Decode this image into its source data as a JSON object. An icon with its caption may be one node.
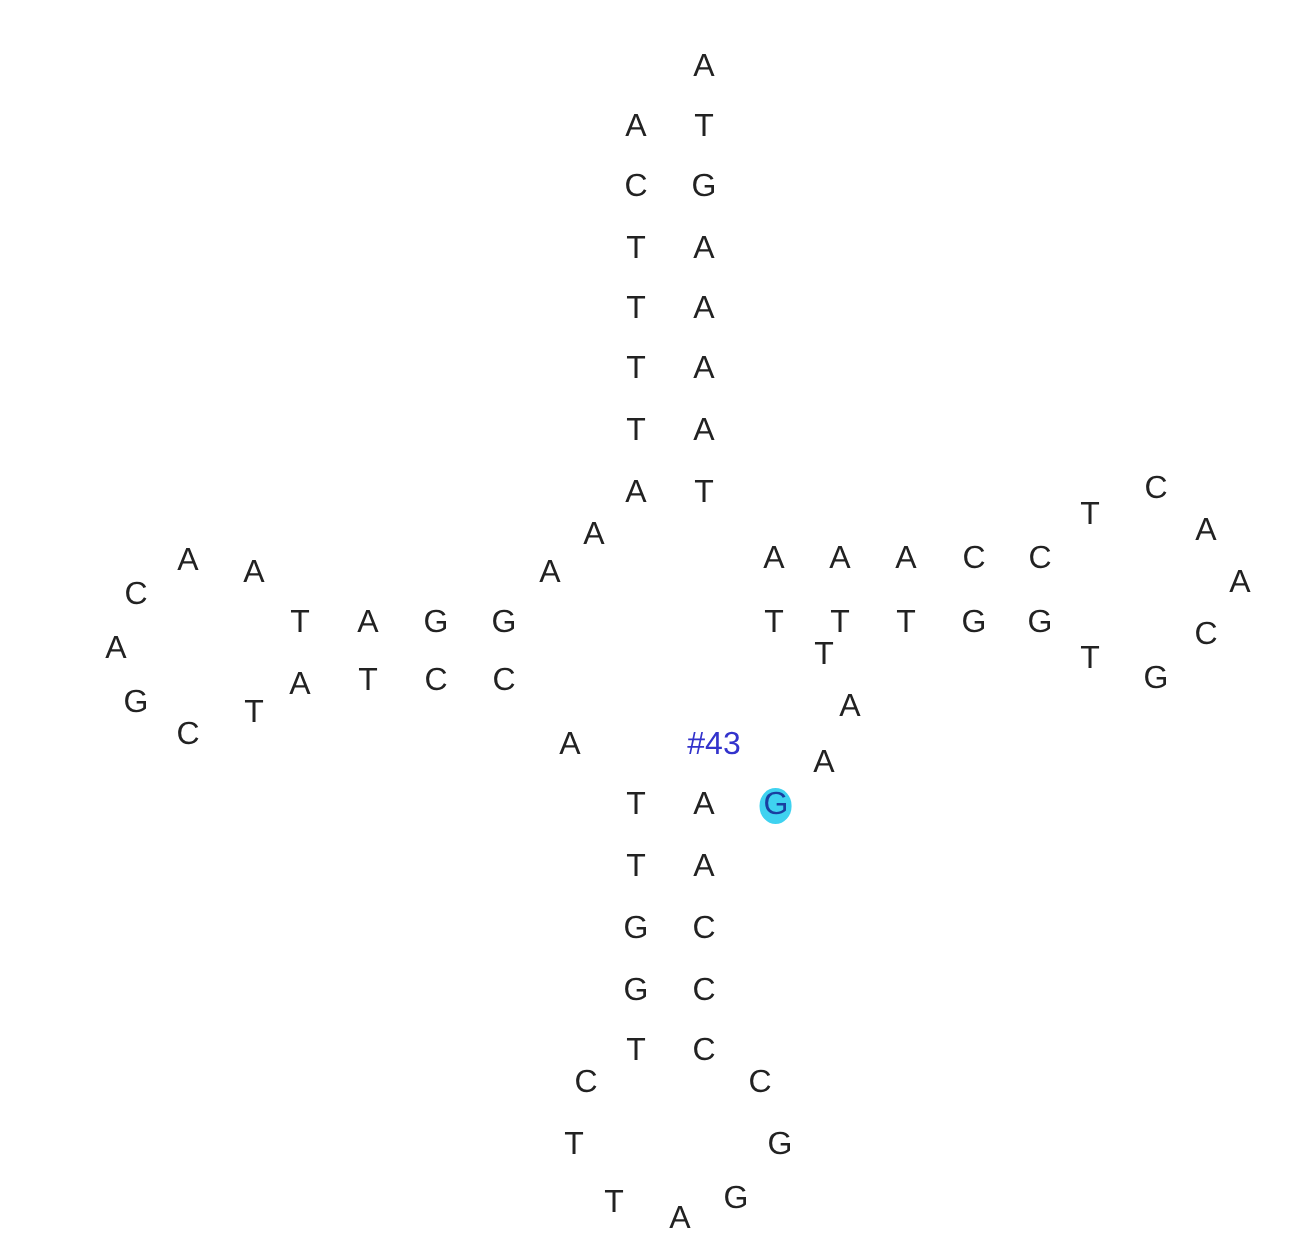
{
  "diagram": {
    "labels": [
      "A",
      "A",
      "T",
      "C",
      "G",
      "T",
      "A",
      "T",
      "A",
      "T",
      "A",
      "T",
      "A",
      "A",
      "T",
      "C",
      "T",
      "A",
      "A",
      "A",
      "A",
      "A",
      "A",
      "A",
      "A",
      "C",
      "C",
      "A",
      "C",
      "T",
      "A",
      "G",
      "G",
      "T",
      "T",
      "T",
      "G",
      "G",
      "C",
      "A",
      "T",
      "T",
      "A",
      "T",
      "C",
      "C",
      "G",
      "G",
      "T",
      "A",
      "C",
      "A",
      "#43",
      "A",
      "T",
      "A",
      "G",
      "T",
      "A",
      "G",
      "C",
      "G",
      "C",
      "T",
      "C",
      "C",
      "C",
      "T",
      "G",
      "T",
      "G",
      "A"
    ]
  }
}
